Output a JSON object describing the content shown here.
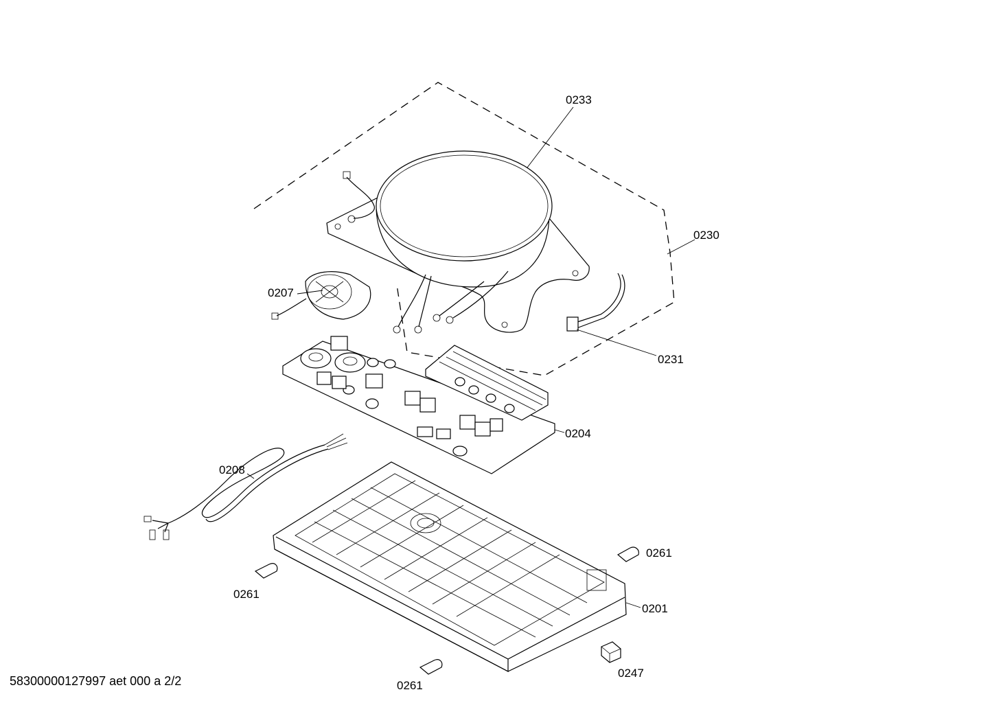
{
  "labels": {
    "coil": "0233",
    "coil_group": "0230",
    "fan": "0207",
    "sensor": "0231",
    "power_board": "0204",
    "cable": "0208",
    "clip_right": "0261",
    "clip_left": "0261",
    "housing": "0201",
    "clip_bottom": "0261",
    "cap": "0247"
  },
  "footer": "58300000127997 aet 000 a 2/2"
}
